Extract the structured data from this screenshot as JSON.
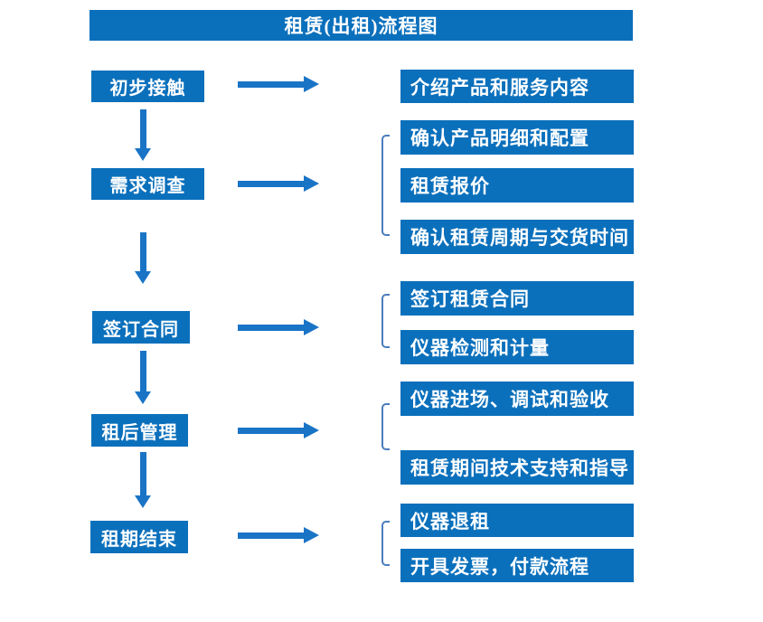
{
  "title": "租赁(出租)流程图",
  "colors": {
    "box_fill": "#0b70bc",
    "arrow_fill": "#1a74c6",
    "bracket_stroke": "#4a7dbd",
    "text_color": "#ffffff",
    "background": "#ffffff"
  },
  "steps": [
    {
      "label": "初步接触",
      "outputs": [
        "介绍产品和服务内容"
      ]
    },
    {
      "label": "需求调查",
      "outputs": [
        "确认产品明细和配置",
        "租赁报价",
        "确认租赁周期与交货时间"
      ]
    },
    {
      "label": "签订合同",
      "outputs": [
        "签订租赁合同",
        "仪器检测和计量"
      ]
    },
    {
      "label": "租后管理",
      "outputs": [
        "仪器进场、调试和验收",
        "租赁期间技术支持和指导"
      ]
    },
    {
      "label": "租期结束",
      "outputs": [
        "仪器退租",
        "开具发票，付款流程"
      ]
    }
  ]
}
